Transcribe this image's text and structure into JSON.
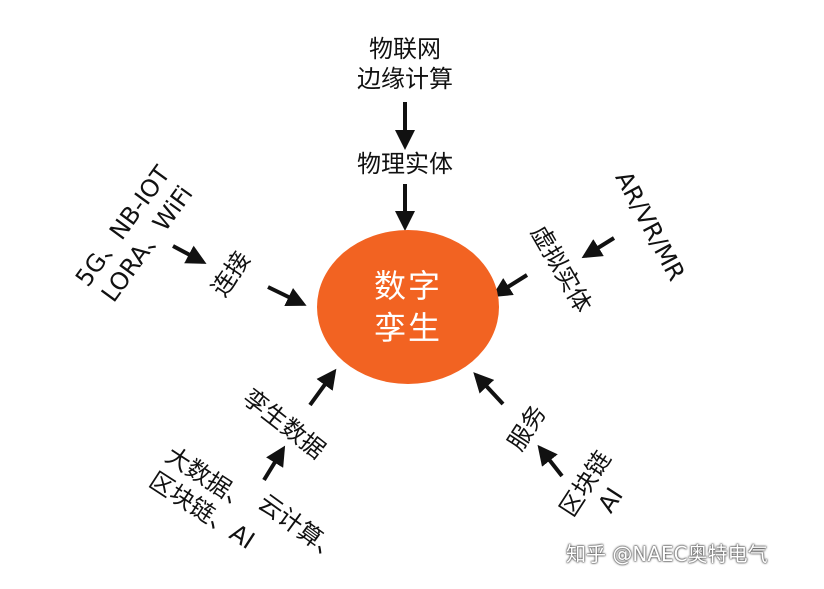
{
  "colors": {
    "center_fill": "#f26322",
    "center_text": "#ffffff",
    "text": "#111111",
    "arrow": "#111111"
  },
  "center": {
    "line1": "数字",
    "line2": "孪生"
  },
  "top": {
    "line1": "物联网",
    "line2": "边缘计算",
    "mid": "物理实体"
  },
  "upper_right": {
    "source": "AR/VR/MR",
    "mid": "虚拟实体"
  },
  "lower_right": {
    "source_line1": "区块链",
    "source_line2": "AI",
    "mid": "服务"
  },
  "lower_left": {
    "source_line1": "大数据、",
    "source_line2": "区块链、AI",
    "source_line3": "云计算、",
    "mid": "孪生数据"
  },
  "upper_left": {
    "source_line1": "5G、NB-IOT",
    "source_line2": "LORA、WiFi",
    "mid": "连接"
  },
  "watermark": "知乎 @NAEC奥特电气"
}
